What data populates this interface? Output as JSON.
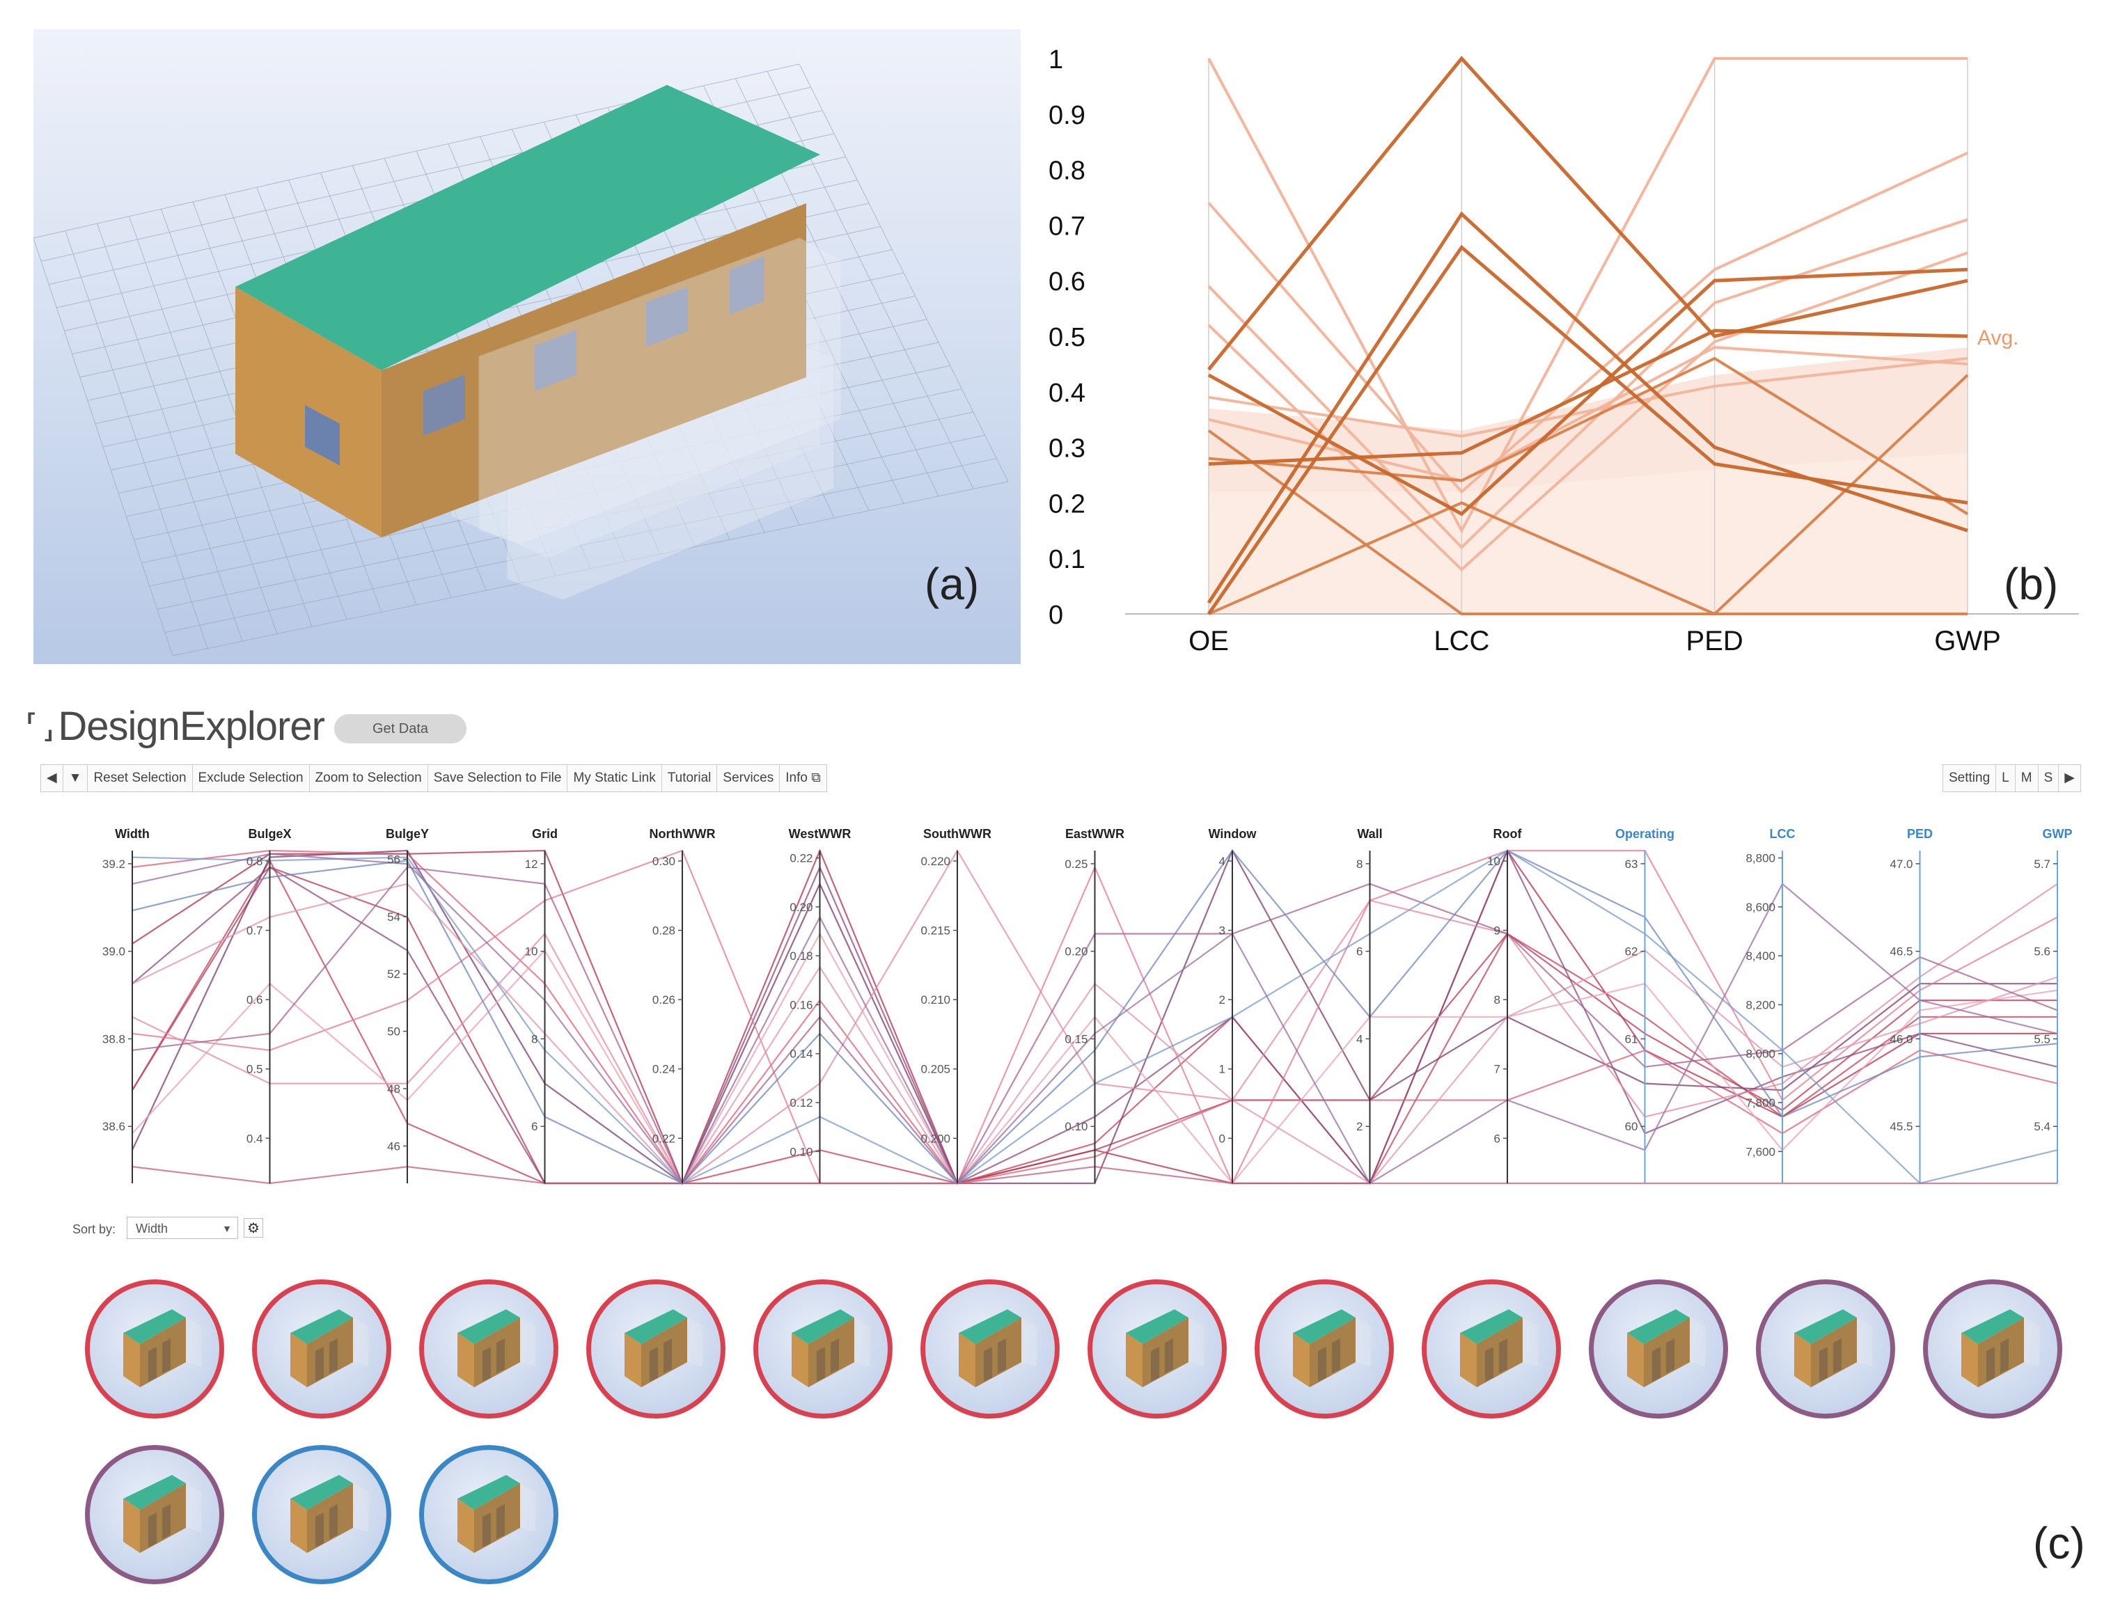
{
  "panel_labels": {
    "a": "(a)",
    "b": "(b)",
    "c": "(c)"
  },
  "app": {
    "title": "DesignExplorer",
    "get_data": "Get Data",
    "toolbar_left": [
      "Reset Selection",
      "Exclude Selection",
      "Zoom to Selection",
      "Save Selection to File",
      "My Static Link",
      "Tutorial",
      "Services",
      "Info"
    ],
    "toolbar_right": [
      "Setting",
      "L",
      "M",
      "S"
    ],
    "sort_label": "Sort by:",
    "sort_value": "Width"
  },
  "colors": {
    "model_roof": "#3fb494",
    "model_wall": "#c9944e",
    "line_dark": "#c8672c",
    "line_light": "#f0b49a",
    "avg": "#f5c2aa",
    "thumb_red": "#d94050",
    "thumb_purple": "#8c5a84",
    "thumb_blue": "#3b86c4"
  },
  "chart_data": [
    {
      "type": "line",
      "categories": [
        "OE",
        "LCC",
        "PED",
        "GWP"
      ],
      "ylim": [
        0,
        1
      ],
      "yticks": [
        "0",
        "0.1",
        "0.2",
        "0.3",
        "0.4",
        "0.5",
        "0.6",
        "0.7",
        "0.8",
        "0.9",
        "1"
      ],
      "annotation": "Avg.",
      "avg_band": {
        "upper": [
          0.37,
          0.33,
          0.43,
          0.48
        ],
        "lower": [
          0.22,
          0.22,
          0.26,
          0.29
        ]
      },
      "series": [
        {
          "values": [
            0.44,
            1.0,
            0.5,
            0.6
          ],
          "tone": "dark"
        },
        {
          "values": [
            0.02,
            0.72,
            0.3,
            0.15
          ],
          "tone": "dark"
        },
        {
          "values": [
            0.0,
            0.66,
            0.27,
            0.2
          ],
          "tone": "dark"
        },
        {
          "values": [
            0.43,
            0.18,
            0.6,
            0.62
          ],
          "tone": "dark"
        },
        {
          "values": [
            0.27,
            0.29,
            0.51,
            0.5
          ],
          "tone": "dark"
        },
        {
          "values": [
            0.33,
            0.0,
            0.0,
            0.0
          ],
          "tone": "mid"
        },
        {
          "values": [
            0.0,
            0.2,
            0.0,
            0.43
          ],
          "tone": "mid"
        },
        {
          "values": [
            0.28,
            0.24,
            0.46,
            0.18
          ],
          "tone": "mid"
        },
        {
          "values": [
            1.0,
            0.15,
            1.0,
            1.0
          ],
          "tone": "light"
        },
        {
          "values": [
            0.74,
            0.22,
            0.62,
            0.83
          ],
          "tone": "light"
        },
        {
          "values": [
            0.59,
            0.12,
            0.56,
            0.71
          ],
          "tone": "light"
        },
        {
          "values": [
            0.52,
            0.08,
            0.49,
            0.65
          ],
          "tone": "light"
        },
        {
          "values": [
            0.35,
            0.24,
            0.48,
            0.45
          ],
          "tone": "light"
        },
        {
          "values": [
            0.39,
            0.32,
            0.41,
            0.46
          ],
          "tone": "light"
        }
      ]
    },
    {
      "type": "parallel_coordinates",
      "axes": [
        {
          "name": "Width",
          "ticks": [
            "39.2",
            "39.0",
            "38.8",
            "38.6"
          ],
          "color": "#222"
        },
        {
          "name": "BulgeX",
          "ticks": [
            "0.8",
            "0.7",
            "0.6",
            "0.5",
            "0.4"
          ],
          "color": "#222"
        },
        {
          "name": "BulgeY",
          "ticks": [
            "56",
            "54",
            "52",
            "50",
            "48",
            "46"
          ],
          "color": "#222"
        },
        {
          "name": "Grid",
          "ticks": [
            "12",
            "10",
            "8",
            "6"
          ],
          "color": "#222"
        },
        {
          "name": "NorthWWR",
          "ticks": [
            "0.30",
            "0.28",
            "0.26",
            "0.24",
            "0.22"
          ],
          "color": "#222"
        },
        {
          "name": "WestWWR",
          "ticks": [
            "0.22",
            "0.20",
            "0.18",
            "0.16",
            "0.14",
            "0.12",
            "0.10"
          ],
          "color": "#222"
        },
        {
          "name": "SouthWWR",
          "ticks": [
            "0.220",
            "0.215",
            "0.210",
            "0.205",
            "0.200"
          ],
          "color": "#222"
        },
        {
          "name": "EastWWR",
          "ticks": [
            "0.25",
            "0.20",
            "0.15",
            "0.10"
          ],
          "color": "#222"
        },
        {
          "name": "Window",
          "ticks": [
            "4",
            "3",
            "2",
            "1",
            "0"
          ],
          "color": "#222"
        },
        {
          "name": "Wall",
          "ticks": [
            "8",
            "6",
            "4",
            "2"
          ],
          "color": "#222"
        },
        {
          "name": "Roof",
          "ticks": [
            "10",
            "9",
            "8",
            "7",
            "6"
          ],
          "color": "#222"
        },
        {
          "name": "Operating",
          "ticks": [
            "63",
            "62",
            "61",
            "60"
          ],
          "color": "#3b86c4"
        },
        {
          "name": "LCC",
          "ticks": [
            "8,800",
            "8,600",
            "8,400",
            "8,200",
            "8,000",
            "7,800",
            "7,600"
          ],
          "color": "#3b86c4"
        },
        {
          "name": "PED",
          "ticks": [
            "47.0",
            "46.5",
            "46.0",
            "45.5"
          ],
          "color": "#3b86c4"
        },
        {
          "name": "GWP",
          "ticks": [
            "5.7",
            "5.6",
            "5.5",
            "5.4"
          ],
          "color": "#3b86c4"
        }
      ],
      "lines": [
        {
          "v": [
            0.72,
            0.99,
            0.99,
            1.0,
            0.0,
            1.0,
            0.0,
            0.1,
            0.0,
            0.0,
            1.0,
            0.4,
            0.2,
            0.45,
            0.45
          ],
          "c": "#b0304c"
        },
        {
          "v": [
            0.28,
            0.95,
            0.8,
            0.0,
            0.0,
            0.0,
            0.0,
            0.1,
            0.25,
            0.25,
            0.75,
            0.45,
            0.22,
            0.55,
            0.55
          ],
          "c": "#b43a56"
        },
        {
          "v": [
            0.28,
            0.97,
            0.18,
            0.0,
            0.0,
            0.1,
            0.0,
            0.12,
            0.5,
            0.0,
            0.75,
            0.5,
            0.2,
            0.5,
            0.5
          ],
          "c": "#c0405a"
        },
        {
          "v": [
            0.1,
            0.98,
            1.0,
            0.3,
            0.0,
            0.9,
            0.0,
            0.0,
            1.0,
            0.25,
            0.5,
            0.3,
            0.28,
            0.6,
            0.6
          ],
          "c": "#7a3a6a"
        },
        {
          "v": [
            0.6,
            0.95,
            0.7,
            0.0,
            0.0,
            0.95,
            0.0,
            0.2,
            0.5,
            0.0,
            1.0,
            0.15,
            0.32,
            0.45,
            0.35
          ],
          "c": "#8c4a7a"
        },
        {
          "v": [
            0.95,
            1.0,
            0.99,
            0.6,
            0.0,
            0.55,
            0.0,
            0.08,
            0.25,
            0.25,
            0.25,
            0.4,
            0.15,
            0.4,
            0.3
          ],
          "c": "#d9607a"
        },
        {
          "v": [
            0.45,
            0.4,
            0.55,
            0.85,
            1.0,
            0.0,
            0.0,
            0.95,
            0.0,
            0.85,
            1.0,
            1.0,
            0.25,
            0.58,
            0.8
          ],
          "c": "#e07a90"
        },
        {
          "v": [
            0.5,
            0.3,
            0.3,
            0.75,
            0.0,
            0.3,
            1.0,
            0.3,
            0.25,
            0.85,
            0.75,
            0.2,
            0.3,
            0.62,
            0.9
          ],
          "c": "#e28aa0"
        },
        {
          "v": [
            0.15,
            0.6,
            0.25,
            0.7,
            0.0,
            0.75,
            0.0,
            0.5,
            0.0,
            0.5,
            0.5,
            0.6,
            0.1,
            0.52,
            0.58
          ],
          "c": "#e9a0b2"
        },
        {
          "v": [
            0.6,
            0.8,
            0.9,
            0.45,
            0.0,
            0.65,
            0.0,
            0.6,
            0.25,
            0.0,
            0.5,
            0.7,
            0.35,
            0.48,
            0.62
          ],
          "c": "#dd96ac"
        },
        {
          "v": [
            0.4,
            0.45,
            0.95,
            0.9,
            0.0,
            0.5,
            0.0,
            0.75,
            0.75,
            0.9,
            0.75,
            0.35,
            0.4,
            0.68,
            0.52
          ],
          "c": "#a56090"
        },
        {
          "v": [
            0.82,
            0.92,
            0.97,
            0.2,
            0.0,
            0.45,
            0.0,
            0.4,
            1.0,
            0.5,
            1.0,
            0.8,
            0.2,
            0.38,
            0.42
          ],
          "c": "#6f86b8"
        },
        {
          "v": [
            0.98,
            0.97,
            0.98,
            0.4,
            0.0,
            0.2,
            0.0,
            0.3,
            0.5,
            0.75,
            1.0,
            0.75,
            0.4,
            0.0,
            0.1
          ],
          "c": "#7b9ac8"
        },
        {
          "v": [
            0.9,
            0.99,
            0.96,
            0.55,
            0.0,
            0.8,
            0.0,
            0.45,
            0.75,
            0.0,
            0.25,
            0.1,
            0.9,
            0.55,
            0.45
          ],
          "c": "#9a6ea0"
        },
        {
          "v": [
            0.05,
            0.0,
            0.05,
            0.0,
            0.0,
            0.0,
            0.0,
            0.05,
            0.0,
            0.0,
            0.0,
            0.0,
            0.0,
            0.0,
            0.0
          ],
          "c": "#c06080"
        }
      ]
    }
  ],
  "thumbnails": [
    "red",
    "red",
    "red",
    "red",
    "red",
    "red",
    "red",
    "red",
    "red",
    "purple",
    "purple",
    "purple",
    "purple",
    "blue",
    "blue"
  ]
}
